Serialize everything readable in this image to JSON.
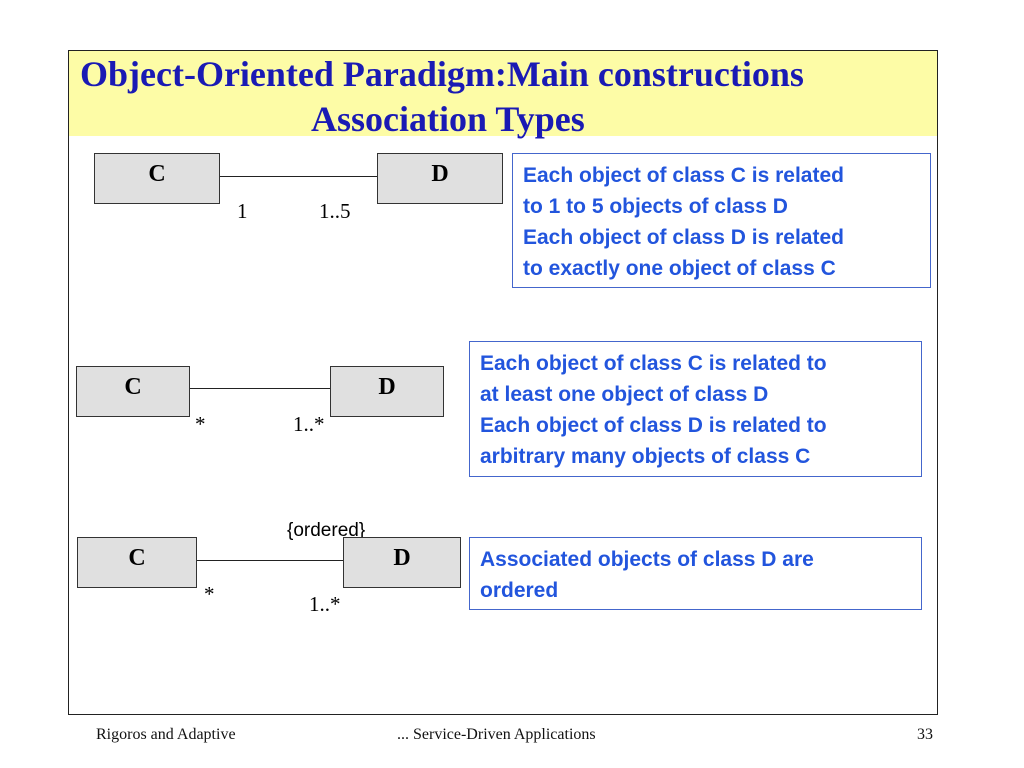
{
  "title": {
    "line1": "Object-Oriented Paradigm:Main constructions",
    "line2": "Association Types"
  },
  "associations": [
    {
      "left_class": "C",
      "right_class": "D",
      "left_mult": "1",
      "right_mult": "1..5",
      "note_lines": [
        "Each object of class C is related",
        "to 1 to 5 objects of class D",
        "Each object of class D is related",
        "to exactly one object of class C"
      ]
    },
    {
      "left_class": "C",
      "right_class": "D",
      "left_mult": "*",
      "right_mult": "1..*",
      "note_lines": [
        "Each object of class C is related to",
        "at least one object of class D",
        "Each object of class D is related to",
        "arbitrary many objects of class C"
      ]
    },
    {
      "left_class": "C",
      "right_class": "D",
      "left_mult": "*",
      "right_mult": "1..*",
      "constraint": "{ordered}",
      "note_lines": [
        "Associated objects of class D are",
        "ordered"
      ]
    }
  ],
  "footer": {
    "left": "Rigoros and Adaptive",
    "center": "... Service-Driven Applications",
    "page": "33"
  }
}
